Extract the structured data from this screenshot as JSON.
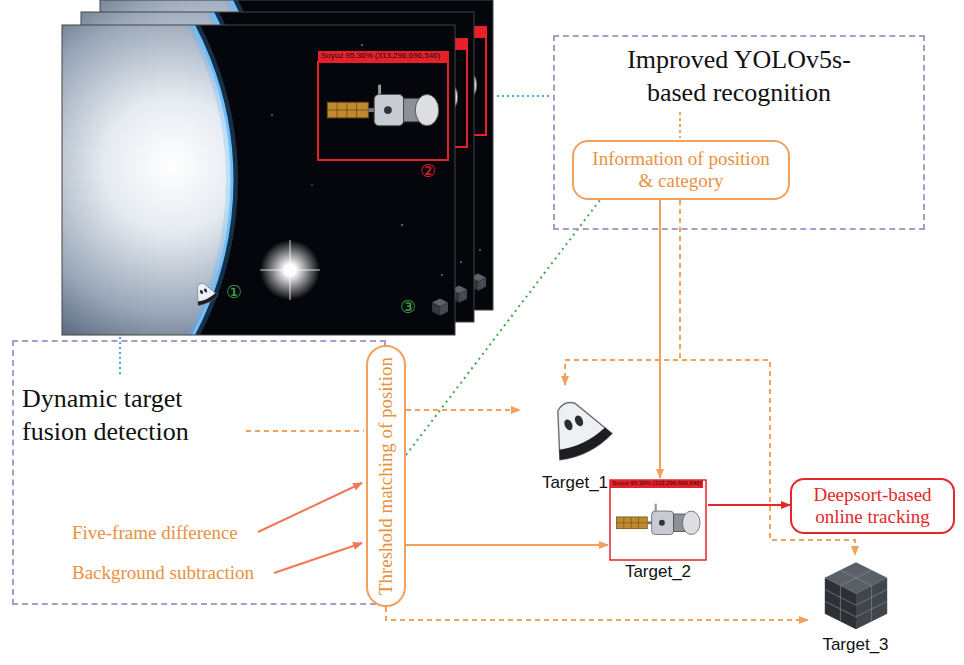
{
  "diagram": {
    "nodes": [
      {
        "text": [
          "Improved YOLOv5s-based recognition"
        ]
      },
      {
        "text": [
          "Information of position & category"
        ],
        "in": 0
      },
      {
        "text": [
          "Dynamic target fusion detection"
        ]
      },
      {
        "text": [
          "Threshold matching of position"
        ],
        "in": 2
      },
      {
        "text": [
          "Target_1"
        ]
      },
      {
        "text": [
          "Soyuz 95.36% (313,296,696,546)",
          "Target_2"
        ]
      },
      {
        "text": [
          "Deepsort-based online tracking"
        ]
      },
      {
        "text": [
          "Target_3"
        ]
      }
    ],
    "edges": [
      {
        "from": 1,
        "to": 4,
        "arrow": "to"
      },
      {
        "from": 1,
        "to": 5,
        "arrow": "to"
      },
      {
        "from": 1,
        "to": 7,
        "arrow": "to"
      },
      {
        "from": 3,
        "to": 4,
        "arrow": "to"
      },
      {
        "from": 3,
        "to": 5,
        "arrow": "to"
      },
      {
        "from": 3,
        "to": 7,
        "arrow": "to"
      },
      {
        "from": 5,
        "to": 6,
        "arrow": "to"
      },
      {
        "from": 3,
        "to": 1,
        "arrow": "none"
      }
    ],
    "labels": [
      "Soyuz 95.36% (313,296,696,546)",
      "②",
      "①",
      "③",
      "Five-frame difference",
      "Background subtraction"
    ]
  }
}
